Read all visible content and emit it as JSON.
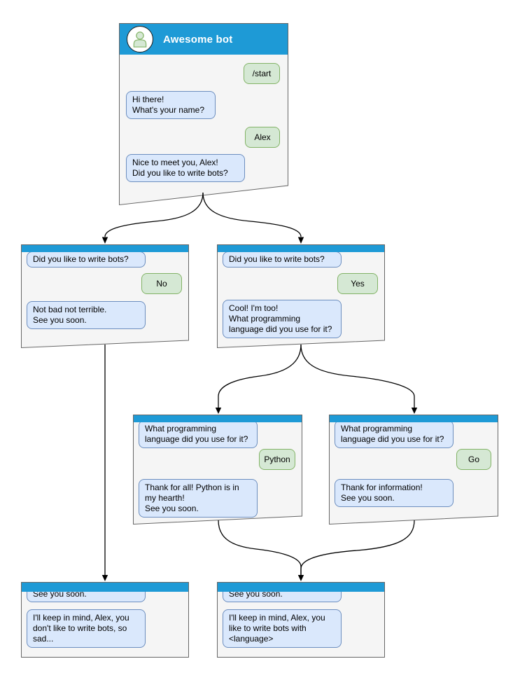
{
  "colors": {
    "header_blue": "#1E9AD6",
    "window_fill": "#F5F5F5",
    "window_border": "#666666",
    "bubble_in_fill": "#DAE8FC",
    "bubble_in_border": "#6C8EBF",
    "bubble_out_fill": "#D5E8D4",
    "bubble_out_border": "#82B366"
  },
  "windows": {
    "root": {
      "title": "Awesome bot",
      "avatar_icon": "person-icon",
      "messages": [
        {
          "from": "user",
          "text": "/start"
        },
        {
          "from": "bot",
          "text": "Hi there!\nWhat's your name?"
        },
        {
          "from": "user",
          "text": "Alex"
        },
        {
          "from": "bot",
          "text": "Nice to meet you, Alex!\nDid you like to write bots?"
        }
      ]
    },
    "no_branch": {
      "messages": [
        {
          "from": "bot",
          "text": "Did you like to write bots?"
        },
        {
          "from": "user",
          "text": "No"
        },
        {
          "from": "bot",
          "text": "Not bad not terrible.\nSee you soon."
        }
      ]
    },
    "yes_branch": {
      "messages": [
        {
          "from": "bot",
          "text": "Did you like to write bots?"
        },
        {
          "from": "user",
          "text": "Yes"
        },
        {
          "from": "bot",
          "text": "Cool! I'm too!\nWhat programming\nlanguage did you use for it?"
        }
      ]
    },
    "python_branch": {
      "messages": [
        {
          "from": "bot",
          "text": "What programming\nlanguage did you use for it?"
        },
        {
          "from": "user",
          "text": "Python"
        },
        {
          "from": "bot",
          "text": "Thank for all! Python is in\nmy hearth!\nSee you soon."
        }
      ]
    },
    "go_branch": {
      "messages": [
        {
          "from": "bot",
          "text": "What programming\nlanguage did you use for it?"
        },
        {
          "from": "user",
          "text": "Go"
        },
        {
          "from": "bot",
          "text": "Thank for information!\nSee you soon."
        }
      ]
    },
    "end_no": {
      "messages": [
        {
          "from": "bot",
          "text": "See you soon."
        },
        {
          "from": "bot",
          "text": "I'll keep in mind, Alex, you\ndon't like to write bots, so\nsad..."
        }
      ]
    },
    "end_yes": {
      "messages": [
        {
          "from": "bot",
          "text": "See you soon."
        },
        {
          "from": "bot",
          "text": "I'll keep in mind, Alex, you\nlike to write bots with\n<language>"
        }
      ]
    }
  }
}
